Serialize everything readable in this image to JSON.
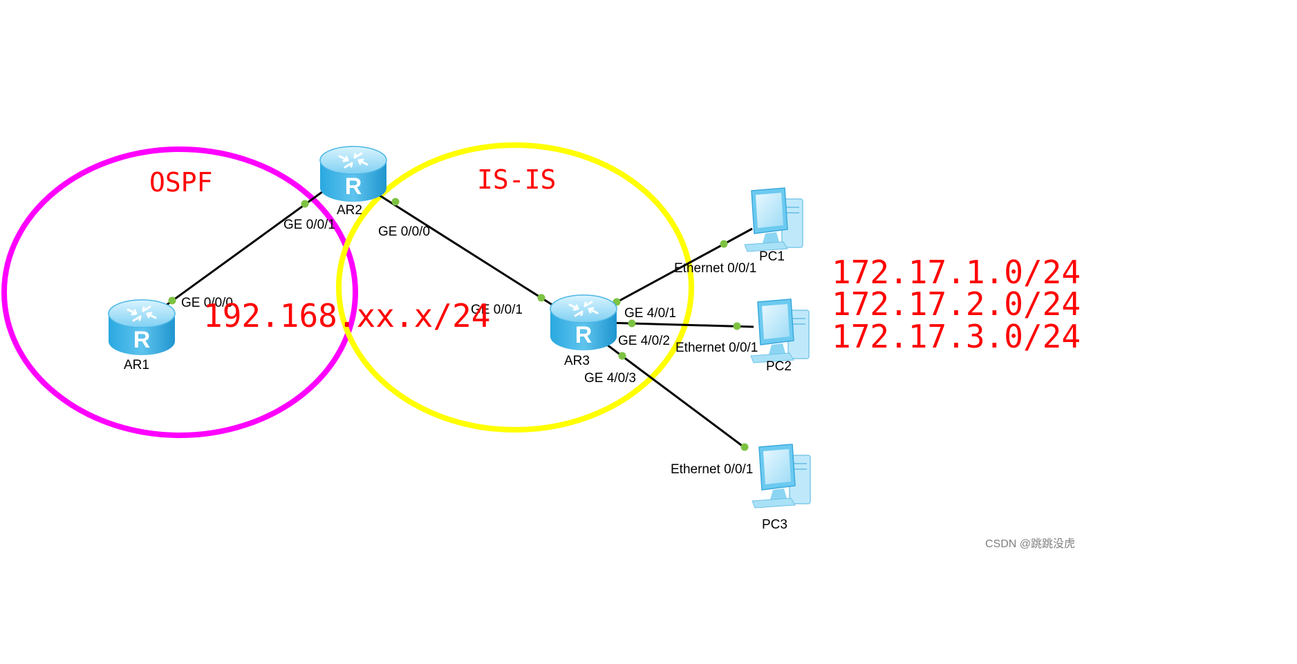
{
  "areas": {
    "ospf": {
      "label": "OSPF",
      "color": "#ff00ff"
    },
    "isis": {
      "label": "IS-IS",
      "color": "#ffff00"
    }
  },
  "devices": {
    "ar1": {
      "name": "AR1",
      "icon": "router-icon"
    },
    "ar2": {
      "name": "AR2",
      "icon": "router-icon"
    },
    "ar3": {
      "name": "AR3",
      "icon": "router-icon"
    },
    "pc1": {
      "name": "PC1",
      "icon": "pc-icon"
    },
    "pc2": {
      "name": "PC2",
      "icon": "pc-icon"
    },
    "pc3": {
      "name": "PC3",
      "icon": "pc-icon"
    }
  },
  "interfaces": {
    "ar1_ge000": "GE 0/0/0",
    "ar2_ge001": "GE 0/0/1",
    "ar2_ge000": "GE 0/0/0",
    "ar3_ge001": "GE 0/0/1",
    "ar3_ge401": "GE 4/0/1",
    "ar3_ge402": "GE 4/0/2",
    "ar3_ge403": "GE 4/0/3",
    "pc1_eth": "Ethernet 0/0/1",
    "pc2_eth": "Ethernet 0/0/1",
    "pc3_eth": "Ethernet 0/0/1"
  },
  "networks": {
    "ospf_net": "192.168.xx.x/24",
    "pc_nets": [
      "172.17.1.0/24",
      "172.17.2.0/24",
      "172.17.3.0/24"
    ]
  },
  "link_color": "#000000",
  "port_color": "#7dc242",
  "watermark": "CSDN @跳跳没虎"
}
